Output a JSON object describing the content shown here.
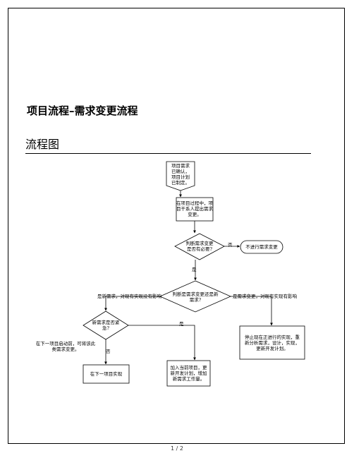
{
  "document": {
    "title": "项目流程–需求变更流程",
    "subtitle": "流程图",
    "footer_page": "1 / 2"
  },
  "flowchart": {
    "nodes": {
      "start": "项目需求\n已确认，\n项目计划\n已制定。",
      "propose": "在项目过程中，项\n目干系人提出需求\n变更。",
      "decision_necessary": "判断需求变更\n是否有必要?",
      "not_change": "不进行需求变更",
      "decision_type": "判断是需求变更还是新\n需求?",
      "decision_urgent": "新需求是否紧\n急?",
      "next_project": "在下一项目实现",
      "add_current": "加入当前项目，更\n新开发计划，增加\n新需求工作量。",
      "stop_current": "停止现在正进行的实现，重\n新分析需求，设计，实现，\n更新开发计划。"
    },
    "labels": {
      "no_necessary": "否",
      "yes_necessary": "是",
      "new_requirement": "是新需求，对现有实现没有影响",
      "requirement_change": "是需求变更，对现有实现有影响",
      "yes_urgent": "是",
      "no_urgent": "否",
      "next_project_note": "在下一项目启动前，可将该此\n类需求变更。"
    }
  }
}
